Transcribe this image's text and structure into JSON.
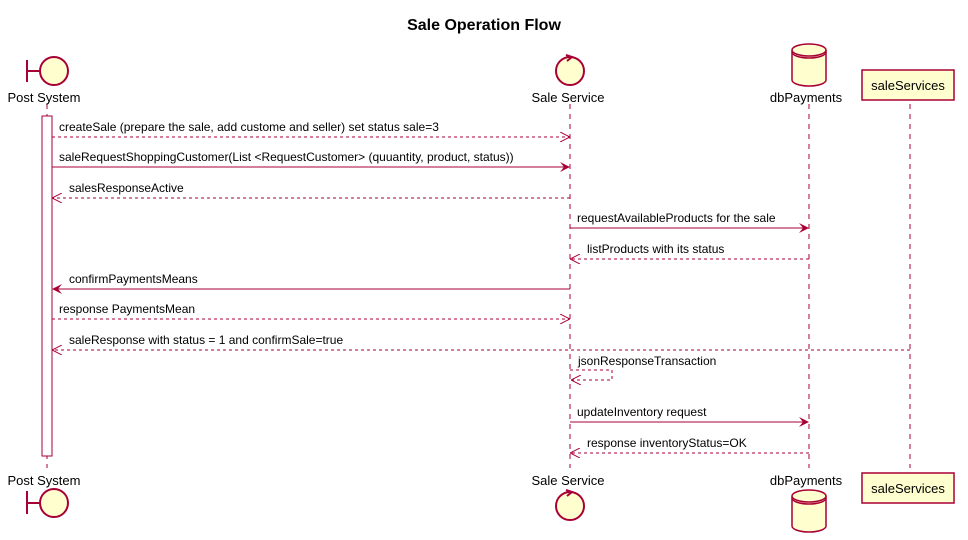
{
  "diagram": {
    "title": "Sale Operation Flow",
    "colors": {
      "line": "#A80036",
      "fill": "#FEFECE",
      "lifeline": "#A80036"
    },
    "participants": [
      {
        "id": "post",
        "label": "Post System",
        "shape": "boundary"
      },
      {
        "id": "sale",
        "label": "Sale Service",
        "shape": "control"
      },
      {
        "id": "db",
        "label": "dbPayments",
        "shape": "database"
      },
      {
        "id": "svc",
        "label": "saleServices",
        "shape": "participant"
      }
    ],
    "messages": [
      {
        "from": "post",
        "to": "sale",
        "text": "createSale (prepare the sale, add custome and seller) set status sale=3",
        "style": "dashed"
      },
      {
        "from": "post",
        "to": "sale",
        "text": "saleRequestShoppingCustomer(List <RequestCustomer> (quuantity, product, status))",
        "style": "solid"
      },
      {
        "from": "sale",
        "to": "post",
        "text": "salesResponseActive",
        "style": "dashed"
      },
      {
        "from": "sale",
        "to": "db",
        "text": "requestAvailableProducts for the sale",
        "style": "solid"
      },
      {
        "from": "db",
        "to": "sale",
        "text": "listProducts with its status",
        "style": "dashed"
      },
      {
        "from": "sale",
        "to": "post",
        "text": "confirmPaymentsMeans",
        "style": "solid"
      },
      {
        "from": "post",
        "to": "sale",
        "text": "response PaymentsMean",
        "style": "dashed"
      },
      {
        "from": "svc",
        "to": "post",
        "text": "saleResponse with status = 1 and confirmSale=true",
        "style": "dashed"
      },
      {
        "from": "sale",
        "to": "sale",
        "text": "jsonResponseTransaction",
        "style": "dashed"
      },
      {
        "from": "sale",
        "to": "db",
        "text": "updateInventory request",
        "style": "solid"
      },
      {
        "from": "db",
        "to": "sale",
        "text": "response inventoryStatus=OK",
        "style": "dashed"
      }
    ]
  }
}
